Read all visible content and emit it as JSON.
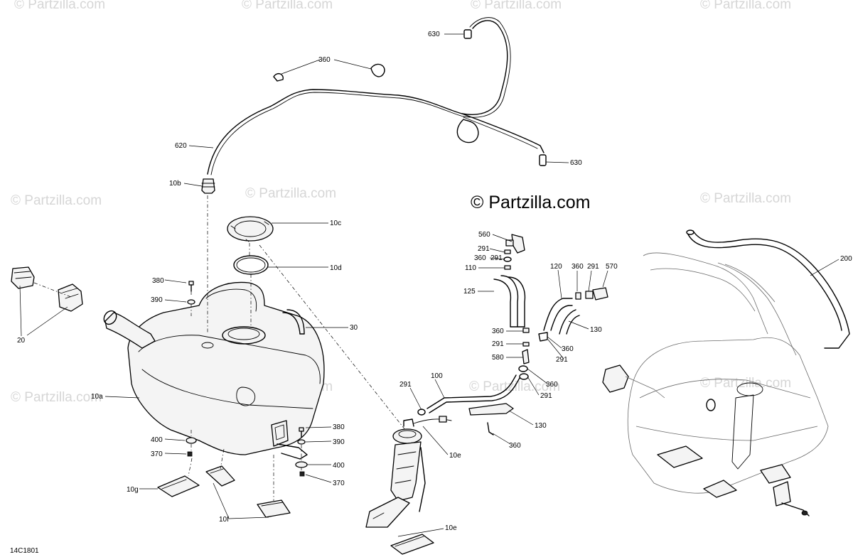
{
  "brand": "© Partzilla.com",
  "watermark": "© Partzilla.com",
  "diagram_code": "14C1801",
  "callouts": {
    "c20": "20",
    "c10a": "10a",
    "c10b": "10b",
    "c10c": "10c",
    "c10d": "10d",
    "c10e_top": "10e",
    "c10e_bottom": "10e",
    "c10f": "10f",
    "c10g": "10g",
    "c30": "30",
    "c100": "100",
    "c110": "110",
    "c120": "120",
    "c125": "125",
    "c130_a": "130",
    "c130_b": "130",
    "c200": "200",
    "c291_a": "291",
    "c291_b": "291",
    "c291_c": "291",
    "c291_d": "291",
    "c291_e": "291",
    "c291_f": "291",
    "c291_g": "291",
    "c360_top": "360",
    "c360_a": "360",
    "c360_b": "360",
    "c360_c": "360",
    "c360_d": "360",
    "c360_e": "360",
    "c360_f": "360",
    "c370_a": "370",
    "c370_b": "370",
    "c380_a": "380",
    "c380_b": "380",
    "c390_a": "390",
    "c390_b": "390",
    "c400_a": "400",
    "c400_b": "400",
    "c560": "560",
    "c570": "570",
    "c580": "580",
    "c620": "620",
    "c630_top": "630",
    "c630_bottom": "630"
  }
}
